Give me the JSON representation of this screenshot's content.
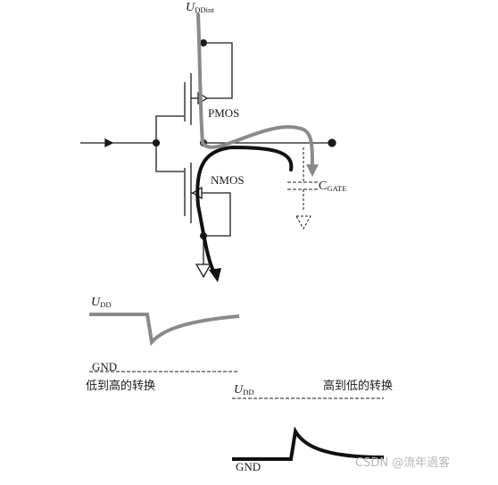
{
  "schematic": {
    "supply_label": {
      "main": "U",
      "sub": "DDint"
    },
    "pmos_label": "PMOS",
    "nmos_label": "NMOS",
    "load_label": {
      "main": "C",
      "sub": "GATE"
    }
  },
  "waveform_low_high": {
    "top_label": {
      "main": "U",
      "sub": "DD"
    },
    "bottom_label": "GND",
    "caption": "低到高的转换"
  },
  "waveform_high_low": {
    "top_label": {
      "main": "U",
      "sub": "DD"
    },
    "bottom_label": "GND",
    "caption": "高到低的转换"
  },
  "watermark": "CSDN @流年過客",
  "colors": {
    "ink": "#1b1b1b",
    "gray_current": "#8a8a8a",
    "black_current": "#111111",
    "watermark": "#b8b8b8"
  }
}
